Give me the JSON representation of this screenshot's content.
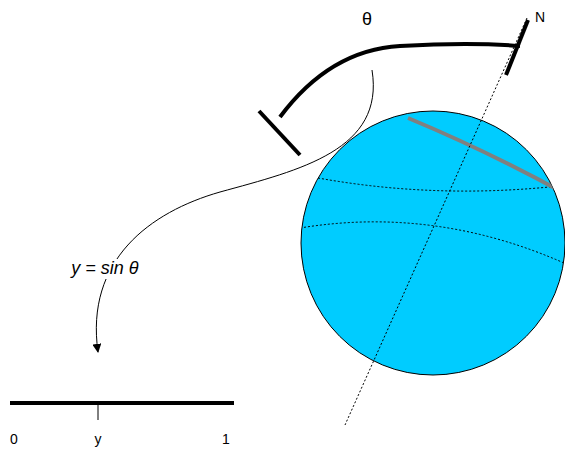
{
  "diagram": {
    "labels": [
      "θ",
      "N",
      "y = sin θ",
      "0",
      "y",
      "1"
    ]
  }
}
